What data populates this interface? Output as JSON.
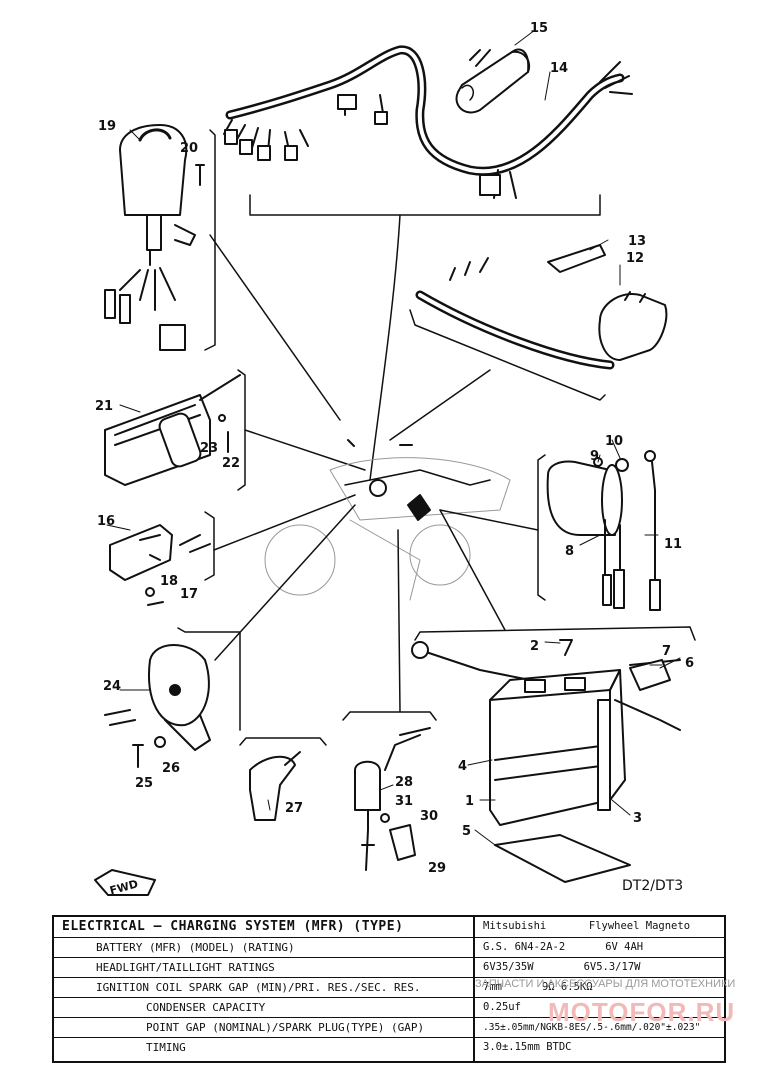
{
  "diagram": {
    "model": "DT2/DT3",
    "fwd_label": "FWD",
    "callouts": [
      "1",
      "2",
      "3",
      "4",
      "5",
      "6",
      "7",
      "8",
      "9",
      "10",
      "11",
      "12",
      "13",
      "14",
      "15",
      "16",
      "17",
      "18",
      "19",
      "20",
      "21",
      "22",
      "23",
      "24",
      "25",
      "26",
      "27",
      "28",
      "29",
      "30",
      "31"
    ]
  },
  "table": {
    "header_left": "ELECTRICAL – CHARGING SYSTEM (MFR) (TYPE)",
    "header_right_1": "Mitsubishi",
    "header_right_2": "Flywheel Magneto",
    "rows": [
      {
        "label": "BATTERY (MFR) (MODEL) (RATING)",
        "v1": "G.S. 6N4-2A-2",
        "v2": "6V 4AH"
      },
      {
        "label": "HEADLIGHT/TAILLIGHT RATINGS",
        "v1": "6V35/35W",
        "v2": "6V5.3/17W"
      },
      {
        "label": "IGNITION COIL SPARK GAP (MIN)/PRI. RES./SEC. RES.",
        "v1": "7mm",
        "v2": "9Ω        6.5KΩ"
      },
      {
        "label": "CONDENSER CAPACITY",
        "v1": "0.25uf",
        "v2": ""
      },
      {
        "label": "POINT GAP (NOMINAL)/SPARK PLUG(TYPE) (GAP)",
        "v1": ".35±.05mm/NGKB-8ES/.5-.6mm/.020\"±.023\"",
        "v2": ""
      },
      {
        "label": "TIMING",
        "v1": "3.0±.15mm BTDC",
        "v2": ""
      }
    ]
  },
  "watermark": {
    "text": "ЗАПЧАСТИ И АКСЕССУАРЫ ДЛЯ МОТОТЕХНИКИ",
    "logo": "MOTOFOR.RU"
  }
}
